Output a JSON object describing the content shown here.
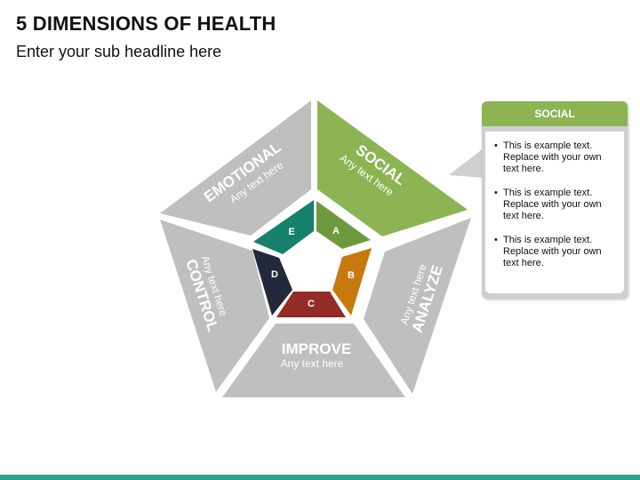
{
  "title": "5 DIMENSIONS OF HEALTH",
  "subtitle": "Enter your sub headline here",
  "segments": {
    "social": {
      "title": "SOCIAL",
      "text": "Any text here",
      "color": "#8cb453"
    },
    "analyze": {
      "title": "ANALYZE",
      "text": "Any text here",
      "color": "#bfbfbf"
    },
    "improve": {
      "title": "IMPROVE",
      "text": "Any text here",
      "color": "#bfbfbf"
    },
    "control": {
      "title": "CONTROL",
      "text": "Any text here",
      "color": "#bfbfbf"
    },
    "emotional": {
      "title": "EMOTIONAL",
      "text": "Any text here",
      "color": "#bfbfbf"
    }
  },
  "inner": {
    "a": {
      "label": "A",
      "color": "#6e9a3d"
    },
    "b": {
      "label": "B",
      "color": "#c8790e"
    },
    "c": {
      "label": "C",
      "color": "#942b26"
    },
    "d": {
      "label": "D",
      "color": "#23283a"
    },
    "e": {
      "label": "E",
      "color": "#16806c"
    }
  },
  "callout": {
    "header": "SOCIAL",
    "items": [
      "This is example text. Replace with your own text here.",
      "This is example text. Replace with your own text here.",
      "This is example text. Replace with your own text here."
    ]
  },
  "accent_bar_color": "#2aa58c"
}
